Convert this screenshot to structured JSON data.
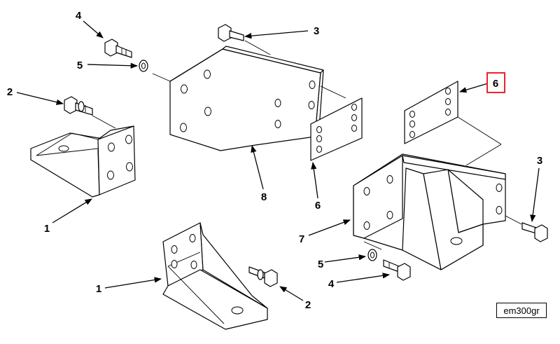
{
  "callouts": [
    {
      "label": "4",
      "highlighted": false
    },
    {
      "label": "5",
      "highlighted": false
    },
    {
      "label": "2",
      "highlighted": false
    },
    {
      "label": "3",
      "highlighted": false
    },
    {
      "label": "6",
      "highlighted": true
    },
    {
      "label": "8",
      "highlighted": false
    },
    {
      "label": "6",
      "highlighted": false
    },
    {
      "label": "3",
      "highlighted": false
    },
    {
      "label": "1",
      "highlighted": false
    },
    {
      "label": "7",
      "highlighted": false
    },
    {
      "label": "5",
      "highlighted": false
    },
    {
      "label": "4",
      "highlighted": false
    },
    {
      "label": "1",
      "highlighted": false
    },
    {
      "label": "2",
      "highlighted": false
    }
  ],
  "figure_id": "em300gr",
  "colors": {
    "line": "#000000",
    "highlight": "#e8262a",
    "background": "#ffffff"
  }
}
